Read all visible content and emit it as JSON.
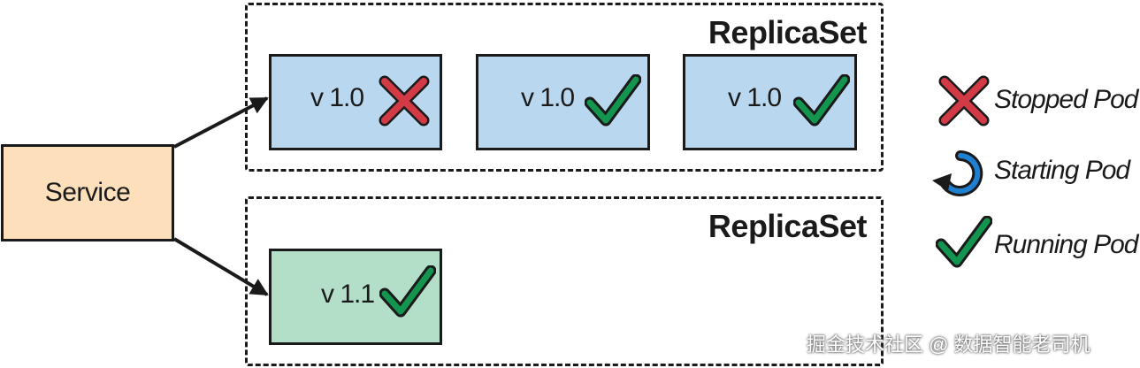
{
  "service": {
    "label": "Service"
  },
  "replica_sets": [
    {
      "label": "ReplicaSet",
      "pods": [
        {
          "version": "v 1.0",
          "status": "stopped"
        },
        {
          "version": "v 1.0",
          "status": "running"
        },
        {
          "version": "v 1.0",
          "status": "running"
        }
      ]
    },
    {
      "label": "ReplicaSet",
      "pods": [
        {
          "version": "v 1.1",
          "status": "running"
        }
      ]
    }
  ],
  "legend": {
    "stopped": "Stopped Pod",
    "starting": "Starting Pod",
    "running": "Running Pod"
  },
  "colors": {
    "stopped": "#d23a46",
    "running": "#13944f",
    "starting": "#1f7fd0",
    "pod_v1_0": "#b9d7ee",
    "pod_v1_1": "#b3dec7",
    "service": "#fde0bb"
  },
  "watermark": "掘金技术社区 @ 数据智能老司机"
}
